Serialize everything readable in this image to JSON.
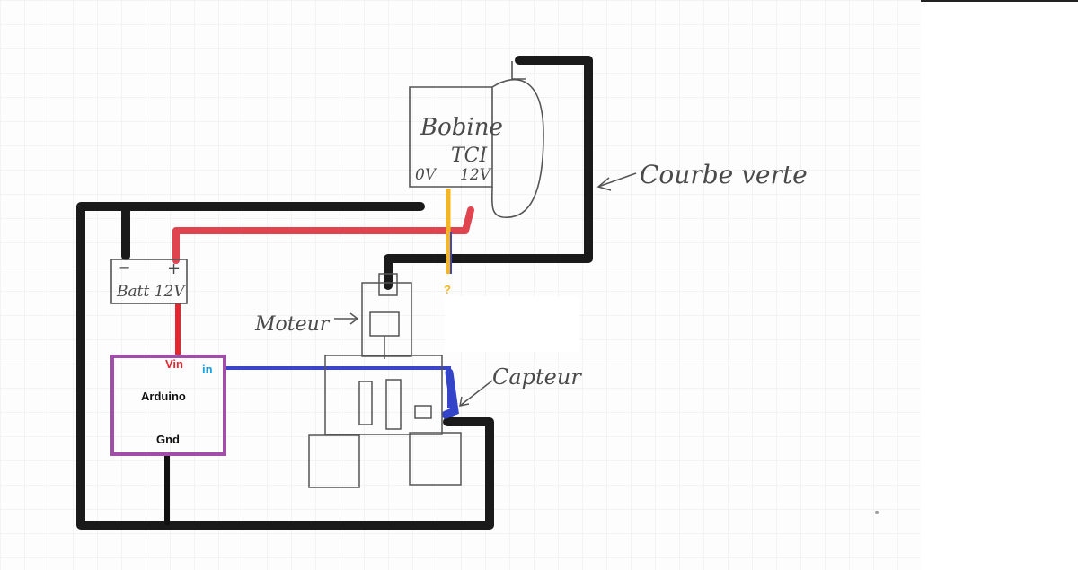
{
  "labels": {
    "coil_line1": "Bobine",
    "coil_line2": "TCI",
    "coil_0v": "0V",
    "coil_12v": "12V",
    "wire_annotation": "Courbe verte",
    "battery_minus": "−",
    "battery_plus": "+",
    "battery": "Batt 12V",
    "motor": "Moteur",
    "sensor": "Capteur",
    "unknown": "?"
  },
  "arduino": {
    "name": "Arduino",
    "vin": "Vin",
    "in": "in",
    "gnd": "Gnd"
  },
  "colors": {
    "paper": "#fdfdfd",
    "grid": "#e7e9ec",
    "black_wire": "#1a1a1a",
    "red_wire": "#e0444f",
    "vin_wire": "#e5252f",
    "yellow_wire": "#f5b51f",
    "blue_wire": "#3a45c7",
    "arduino_border": "#a04ea8",
    "in_label": "#1aa0e0",
    "pencil": "#555555"
  }
}
